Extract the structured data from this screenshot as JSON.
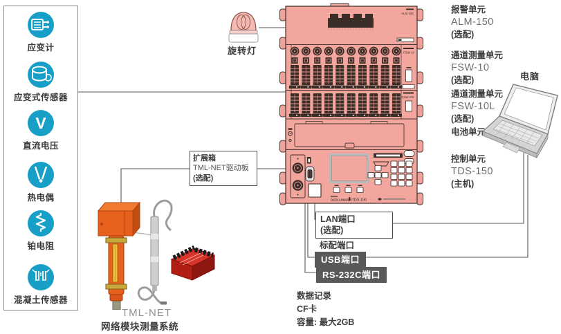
{
  "sensors": {
    "items": [
      {
        "icon": "strain-gauge-icon",
        "label": "应变计"
      },
      {
        "icon": "strain-sensor-icon",
        "label": "应变式传感器"
      },
      {
        "icon": "dc-voltage-icon",
        "label": "直流电压"
      },
      {
        "icon": "thermocouple-icon",
        "label": "热电偶"
      },
      {
        "icon": "platinum-rtd-icon",
        "label": "铂电阻"
      },
      {
        "icon": "concrete-sensor-icon",
        "label": "混凝土传感器"
      }
    ]
  },
  "beacon": {
    "label": "旋转灯"
  },
  "expansion_box": {
    "line1": "扩展箱",
    "line2": "TML-NET驱动板",
    "line3": "(选配)"
  },
  "rack": {
    "units": [
      {
        "name": "报警单元",
        "model": "ALM-150",
        "note": "(选配)",
        "panel_text": "ALM-150"
      },
      {
        "name": "通道测量单元",
        "model": "FSW-10",
        "note": "(选配)",
        "panel_text": "FSW-10"
      },
      {
        "name": "通道测量单元",
        "model": "FSW-10L",
        "note": "(选配)",
        "panel_text": "FSW-10L"
      },
      {
        "name": "电池单元"
      },
      {
        "name": "控制单元",
        "model": "TDS-150",
        "note": "(主机)",
        "panel_text": "TDS-150",
        "brand_text": "DATA LOGGER"
      }
    ]
  },
  "computer": {
    "label": "电脑"
  },
  "ports": {
    "lan": {
      "label": "LAN端口",
      "note": "(选配)"
    },
    "standard": {
      "label": "标配端口"
    },
    "usb": {
      "label": "USB端口"
    },
    "rs232c": {
      "label": "RS-232C端口"
    }
  },
  "storage": {
    "line1": "数据记录",
    "line2": "CF卡",
    "line3": "容量: 最大2GB"
  },
  "tml_net": {
    "title": "TML-NET",
    "subtitle": "网络模块测量系统"
  },
  "colors": {
    "icon_teal": "#189FC7",
    "rack_salmon": "#F2A69E",
    "rack_border": "#4A3833",
    "port_box_grey": "#58595B",
    "line_grey": "#555555",
    "tml_orange": "#E8611C",
    "module_red": "#B01E14"
  }
}
